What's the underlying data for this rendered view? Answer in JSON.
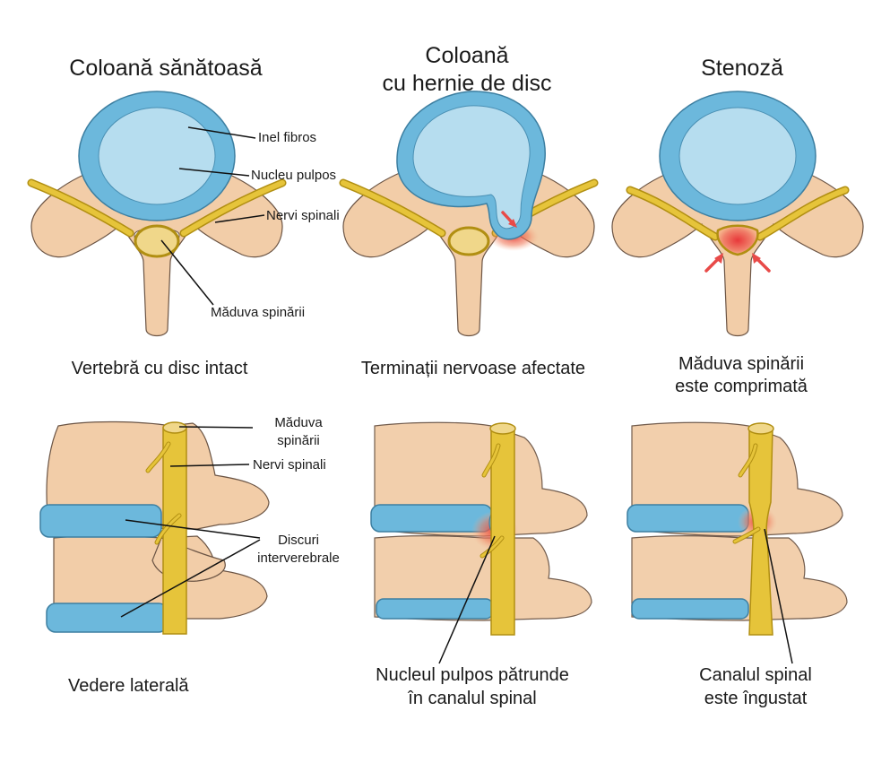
{
  "titles": {
    "healthy": "Coloană sănătoasă",
    "herniated_l1": "Coloană",
    "herniated_l2": "cu hernie de disc",
    "stenosis": "Stenoză"
  },
  "top_labels": {
    "annulus": "Inel fibros",
    "nucleus": "Nucleu pulpos",
    "nerves": "Nervi spinali",
    "cord": "Măduva spinării"
  },
  "captions_top": {
    "healthy": "Vertebră cu disc intact",
    "herniated": "Terminații nervoase afectate",
    "stenosis_l1": "Măduva spinării",
    "stenosis_l2": "este comprimată"
  },
  "side_labels": {
    "cord_l1": "Măduva",
    "cord_l2": "spinării",
    "nerves": "Nervi spinali",
    "discs_l1": "Discuri",
    "discs_l2": "interverebrale"
  },
  "captions_bottom": {
    "lateral": "Vedere laterală",
    "herniated_l1": "Nucleul pulpos pătrunde",
    "herniated_l2": "în canalul spinal",
    "stenosis_l1": "Canalul spinal",
    "stenosis_l2": "este îngustat"
  },
  "colors": {
    "bone": "#f2cda8",
    "bone_stroke": "#6b5444",
    "disc_outer": "#6cb8dc",
    "disc_inner": "#b6ddef",
    "nerve": "#e6c43a",
    "nerve_stroke": "#b18f12",
    "inflammation": "#ee5a4a"
  }
}
